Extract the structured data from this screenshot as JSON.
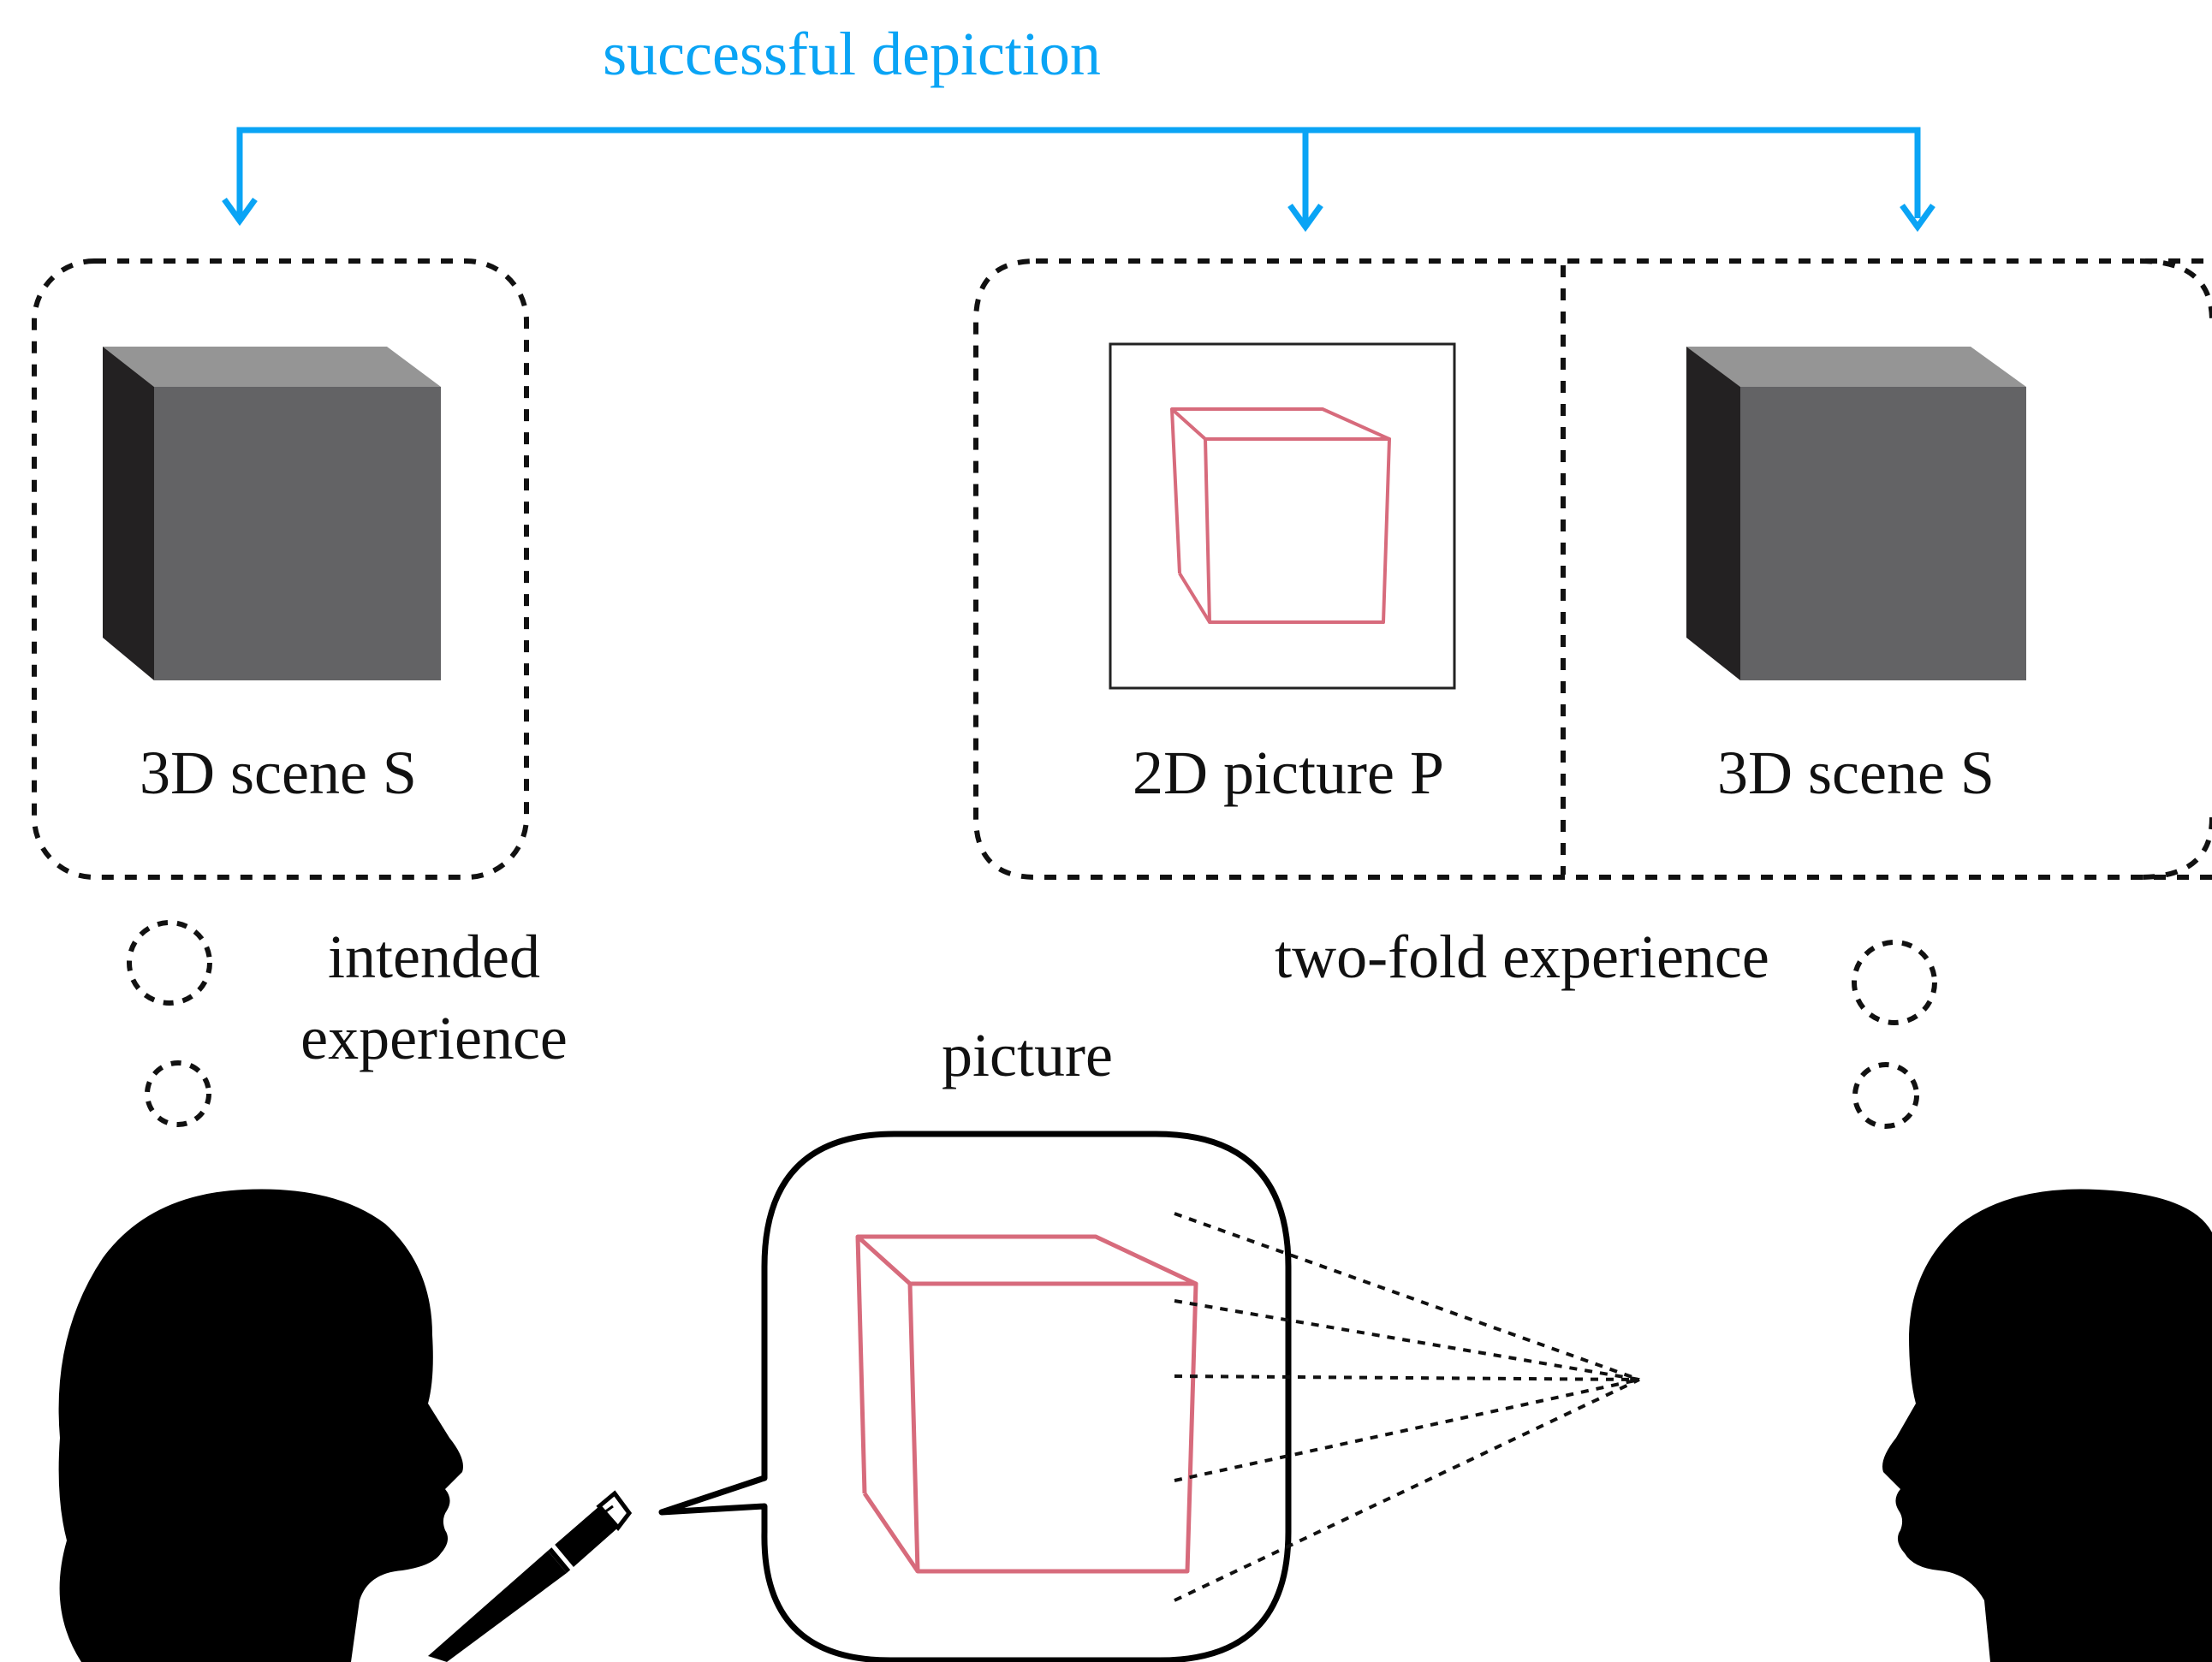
{
  "header": {
    "title": "successful depiction",
    "accent_color": "#0aa4f5"
  },
  "left_box": {
    "label": "3D scene S"
  },
  "right_box": {
    "picture_label": "2D picture P",
    "scene_label": "3D scene S"
  },
  "captions": {
    "intended_line1": "intended",
    "intended_line2": "experience",
    "two_fold": "two-fold experience",
    "picture": "picture"
  },
  "colors": {
    "cube_top": "#959595",
    "cube_side": "#232122",
    "cube_front": "#636365",
    "sketch": "#d76b7c",
    "ink": "#000000"
  },
  "icons": {
    "left_head": "person-head-silhouette",
    "right_head": "person-head-silhouette",
    "pen": "pen-icon",
    "thought_bubbles": "thought-bubble-icon"
  }
}
